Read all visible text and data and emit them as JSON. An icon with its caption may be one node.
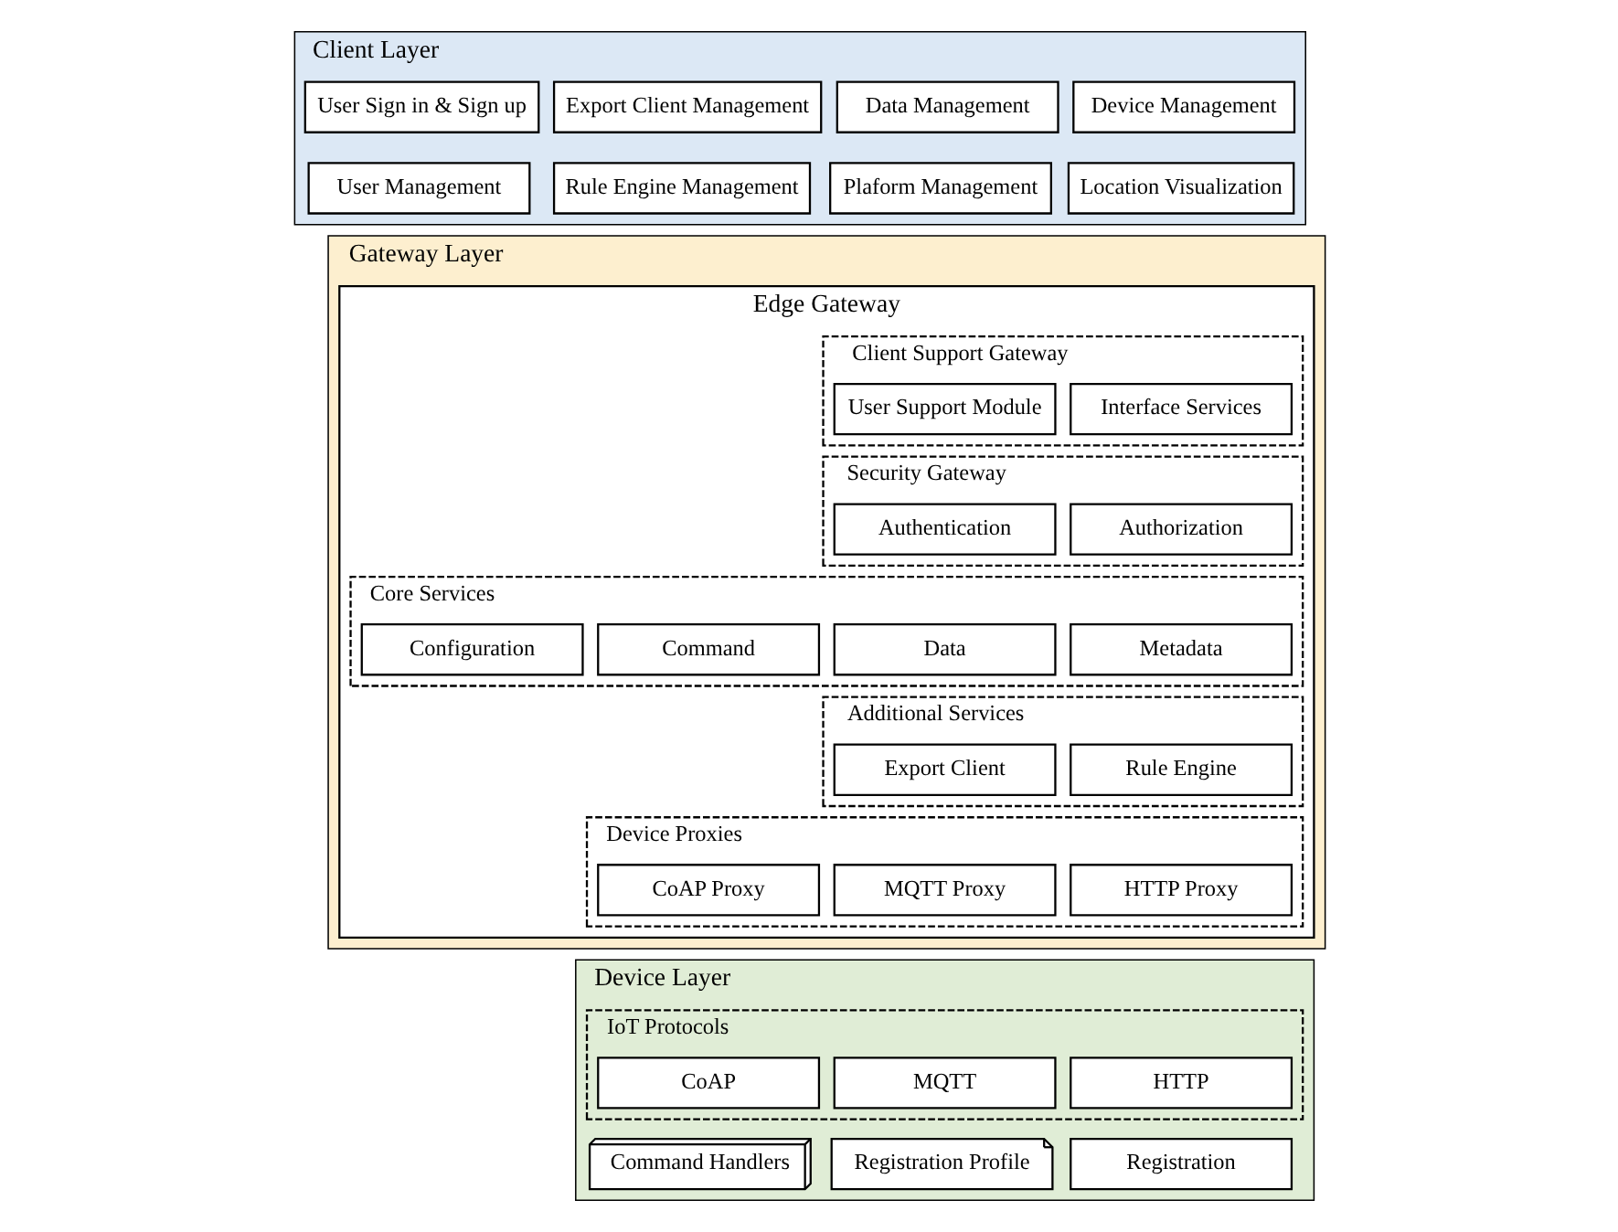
{
  "diagram": {
    "nodes": [
      {
        "text": [
          "Client Layer"
        ]
      },
      {
        "text": [
          "Device Management"
        ],
        "in": 0
      },
      {
        "text": [
          "Data Management"
        ],
        "in": 0
      },
      {
        "text": [
          "Export Client Management"
        ],
        "in": 0
      },
      {
        "text": [
          "User Sign in & Sign up"
        ],
        "in": 0
      },
      {
        "text": [
          "Location Visualization"
        ],
        "in": 0
      },
      {
        "text": [
          "Plaform Management"
        ],
        "in": 0
      },
      {
        "text": [
          "Rule Engine Management"
        ],
        "in": 0
      },
      {
        "text": [
          "User Management"
        ],
        "in": 0
      },
      {
        "text": [
          "Gateway Layer"
        ]
      },
      {
        "text": [
          "Edge Gateway"
        ],
        "in": 9
      },
      {
        "text": [
          "Client Support Gateway"
        ],
        "in": 10
      },
      {
        "text": [
          "Interface Services"
        ],
        "in": 11
      },
      {
        "text": [
          "User Support Module"
        ],
        "in": 11
      },
      {
        "text": [
          "Security Gateway"
        ],
        "in": 10
      },
      {
        "text": [
          "Authorization"
        ],
        "in": 14
      },
      {
        "text": [
          "Authentication"
        ],
        "in": 14
      },
      {
        "text": [
          "Core Services"
        ],
        "in": 10
      },
      {
        "text": [
          "Metadata"
        ],
        "in": 17
      },
      {
        "text": [
          "Data"
        ],
        "in": 17
      },
      {
        "text": [
          "Command"
        ],
        "in": 17
      },
      {
        "text": [
          "Configuration"
        ],
        "in": 17
      },
      {
        "text": [
          "Additional Services"
        ],
        "in": 10
      },
      {
        "text": [
          "Rule Engine"
        ],
        "in": 22
      },
      {
        "text": [
          "Export Client"
        ],
        "in": 22
      },
      {
        "text": [
          "Device Proxies"
        ],
        "in": 10
      },
      {
        "text": [
          "HTTP Proxy"
        ],
        "in": 25
      },
      {
        "text": [
          "MQTT Proxy"
        ],
        "in": 25
      },
      {
        "text": [
          "CoAP Proxy"
        ],
        "in": 25
      },
      {
        "text": [
          "Device Layer"
        ]
      },
      {
        "text": [
          "IoT Protocols"
        ],
        "in": 29
      },
      {
        "text": [
          "HTTP"
        ],
        "in": 30
      },
      {
        "text": [
          "MQTT"
        ],
        "in": 30
      },
      {
        "text": [
          "CoAP"
        ],
        "in": 30
      },
      {
        "text": [
          "Registration"
        ],
        "in": 29
      },
      {
        "text": [
          "Registration Profile"
        ],
        "in": 29
      },
      {
        "text": [
          "Command Handlers"
        ],
        "in": 29
      }
    ],
    "edges": []
  }
}
